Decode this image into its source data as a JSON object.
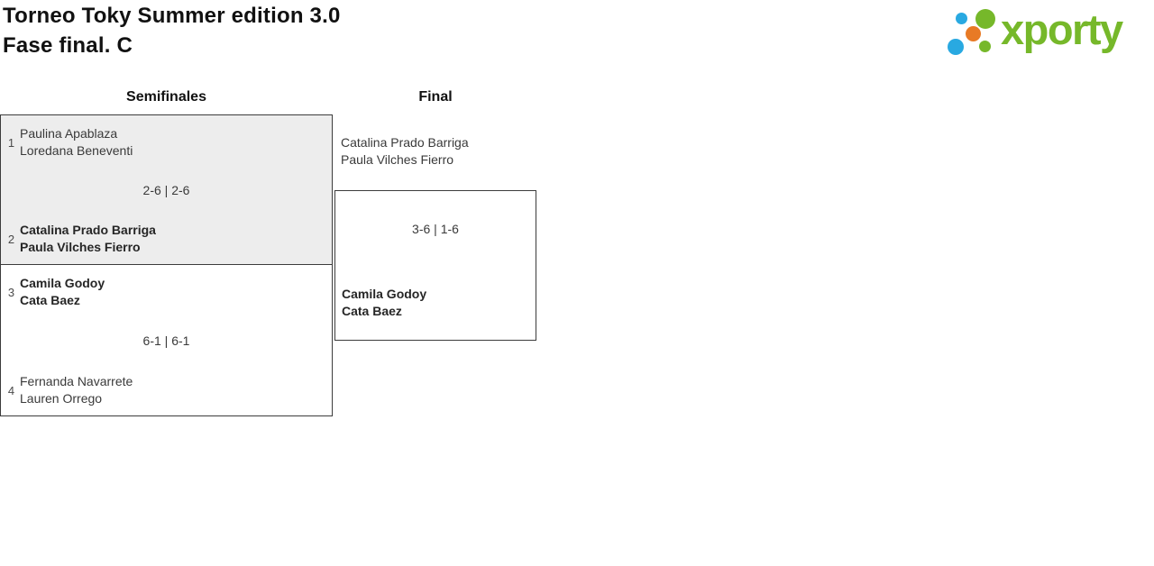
{
  "header": {
    "title": "Torneo Toky Summer edition 3.0",
    "subtitle": "Fase final. C"
  },
  "logo": {
    "text": "xporty",
    "colors": {
      "green": "#76b82a",
      "blue": "#29a9e1",
      "orange": "#e87a25"
    }
  },
  "theme": {
    "box_fill_gray": "#ededed",
    "box_border": "#3c3c3c",
    "text_dark": "#111111",
    "text_body": "#3a3a3a"
  },
  "bracket": {
    "round_labels": [
      "Semifinales",
      "Final"
    ],
    "semifinals": [
      {
        "team1": {
          "seed": "1",
          "player1": "Paulina Apablaza",
          "player2": "Loredana Beneventi",
          "winner": false
        },
        "score": "2-6 | 2-6",
        "team2": {
          "seed": "2",
          "player1": "Catalina Prado Barriga",
          "player2": "Paula Vilches Fierro",
          "winner": true
        }
      },
      {
        "team1": {
          "seed": "3",
          "player1": "Camila Godoy",
          "player2": "Cata Baez",
          "winner": true
        },
        "score": "6-1 | 6-1",
        "team2": {
          "seed": "4",
          "player1": "Fernanda Navarrete",
          "player2": "Lauren Orrego",
          "winner": false
        }
      }
    ],
    "final": {
      "team1": {
        "player1": "Catalina Prado Barriga",
        "player2": "Paula Vilches Fierro",
        "winner": false
      },
      "score": "3-6 | 1-6",
      "team2": {
        "player1": "Camila Godoy",
        "player2": "Cata Baez",
        "winner": true
      }
    }
  }
}
